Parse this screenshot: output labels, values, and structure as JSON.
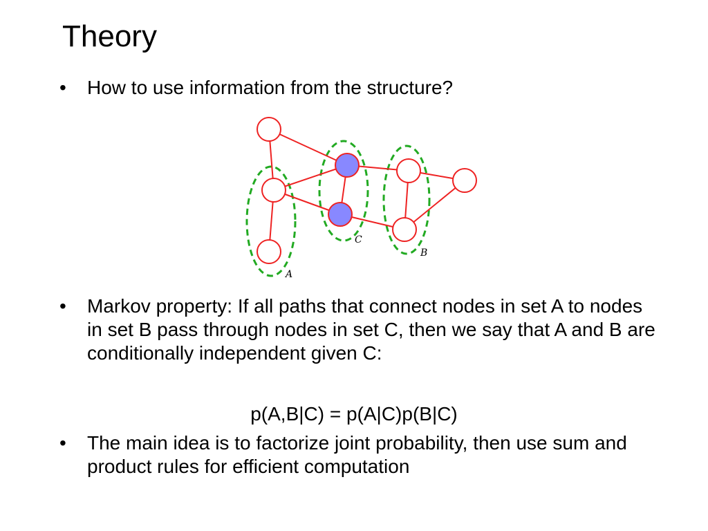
{
  "slide": {
    "title": "Theory",
    "bullets": [
      {
        "marker": "•",
        "text": "How to use information from the structure?"
      },
      {
        "marker": "•",
        "text": "Markov property: If all paths that connect nodes in set A to nodes in set B pass through nodes in set C, then we say that A and B are conditionally independent given C:"
      },
      {
        "marker": "•",
        "text": "The main idea is to factorize joint probability, then use sum and product rules for efficient computation"
      }
    ],
    "formula": "p(A,B|C) = p(A|C)p(B|C)"
  },
  "diagram": {
    "set_labels": {
      "a": "A",
      "b": "B",
      "c": "C"
    },
    "colors": {
      "edge": "#ee2222",
      "node_stroke": "#ee2222",
      "node_fill": "#ffffff",
      "observed_fill": "#8888ff",
      "set_outline": "#22aa22"
    }
  }
}
